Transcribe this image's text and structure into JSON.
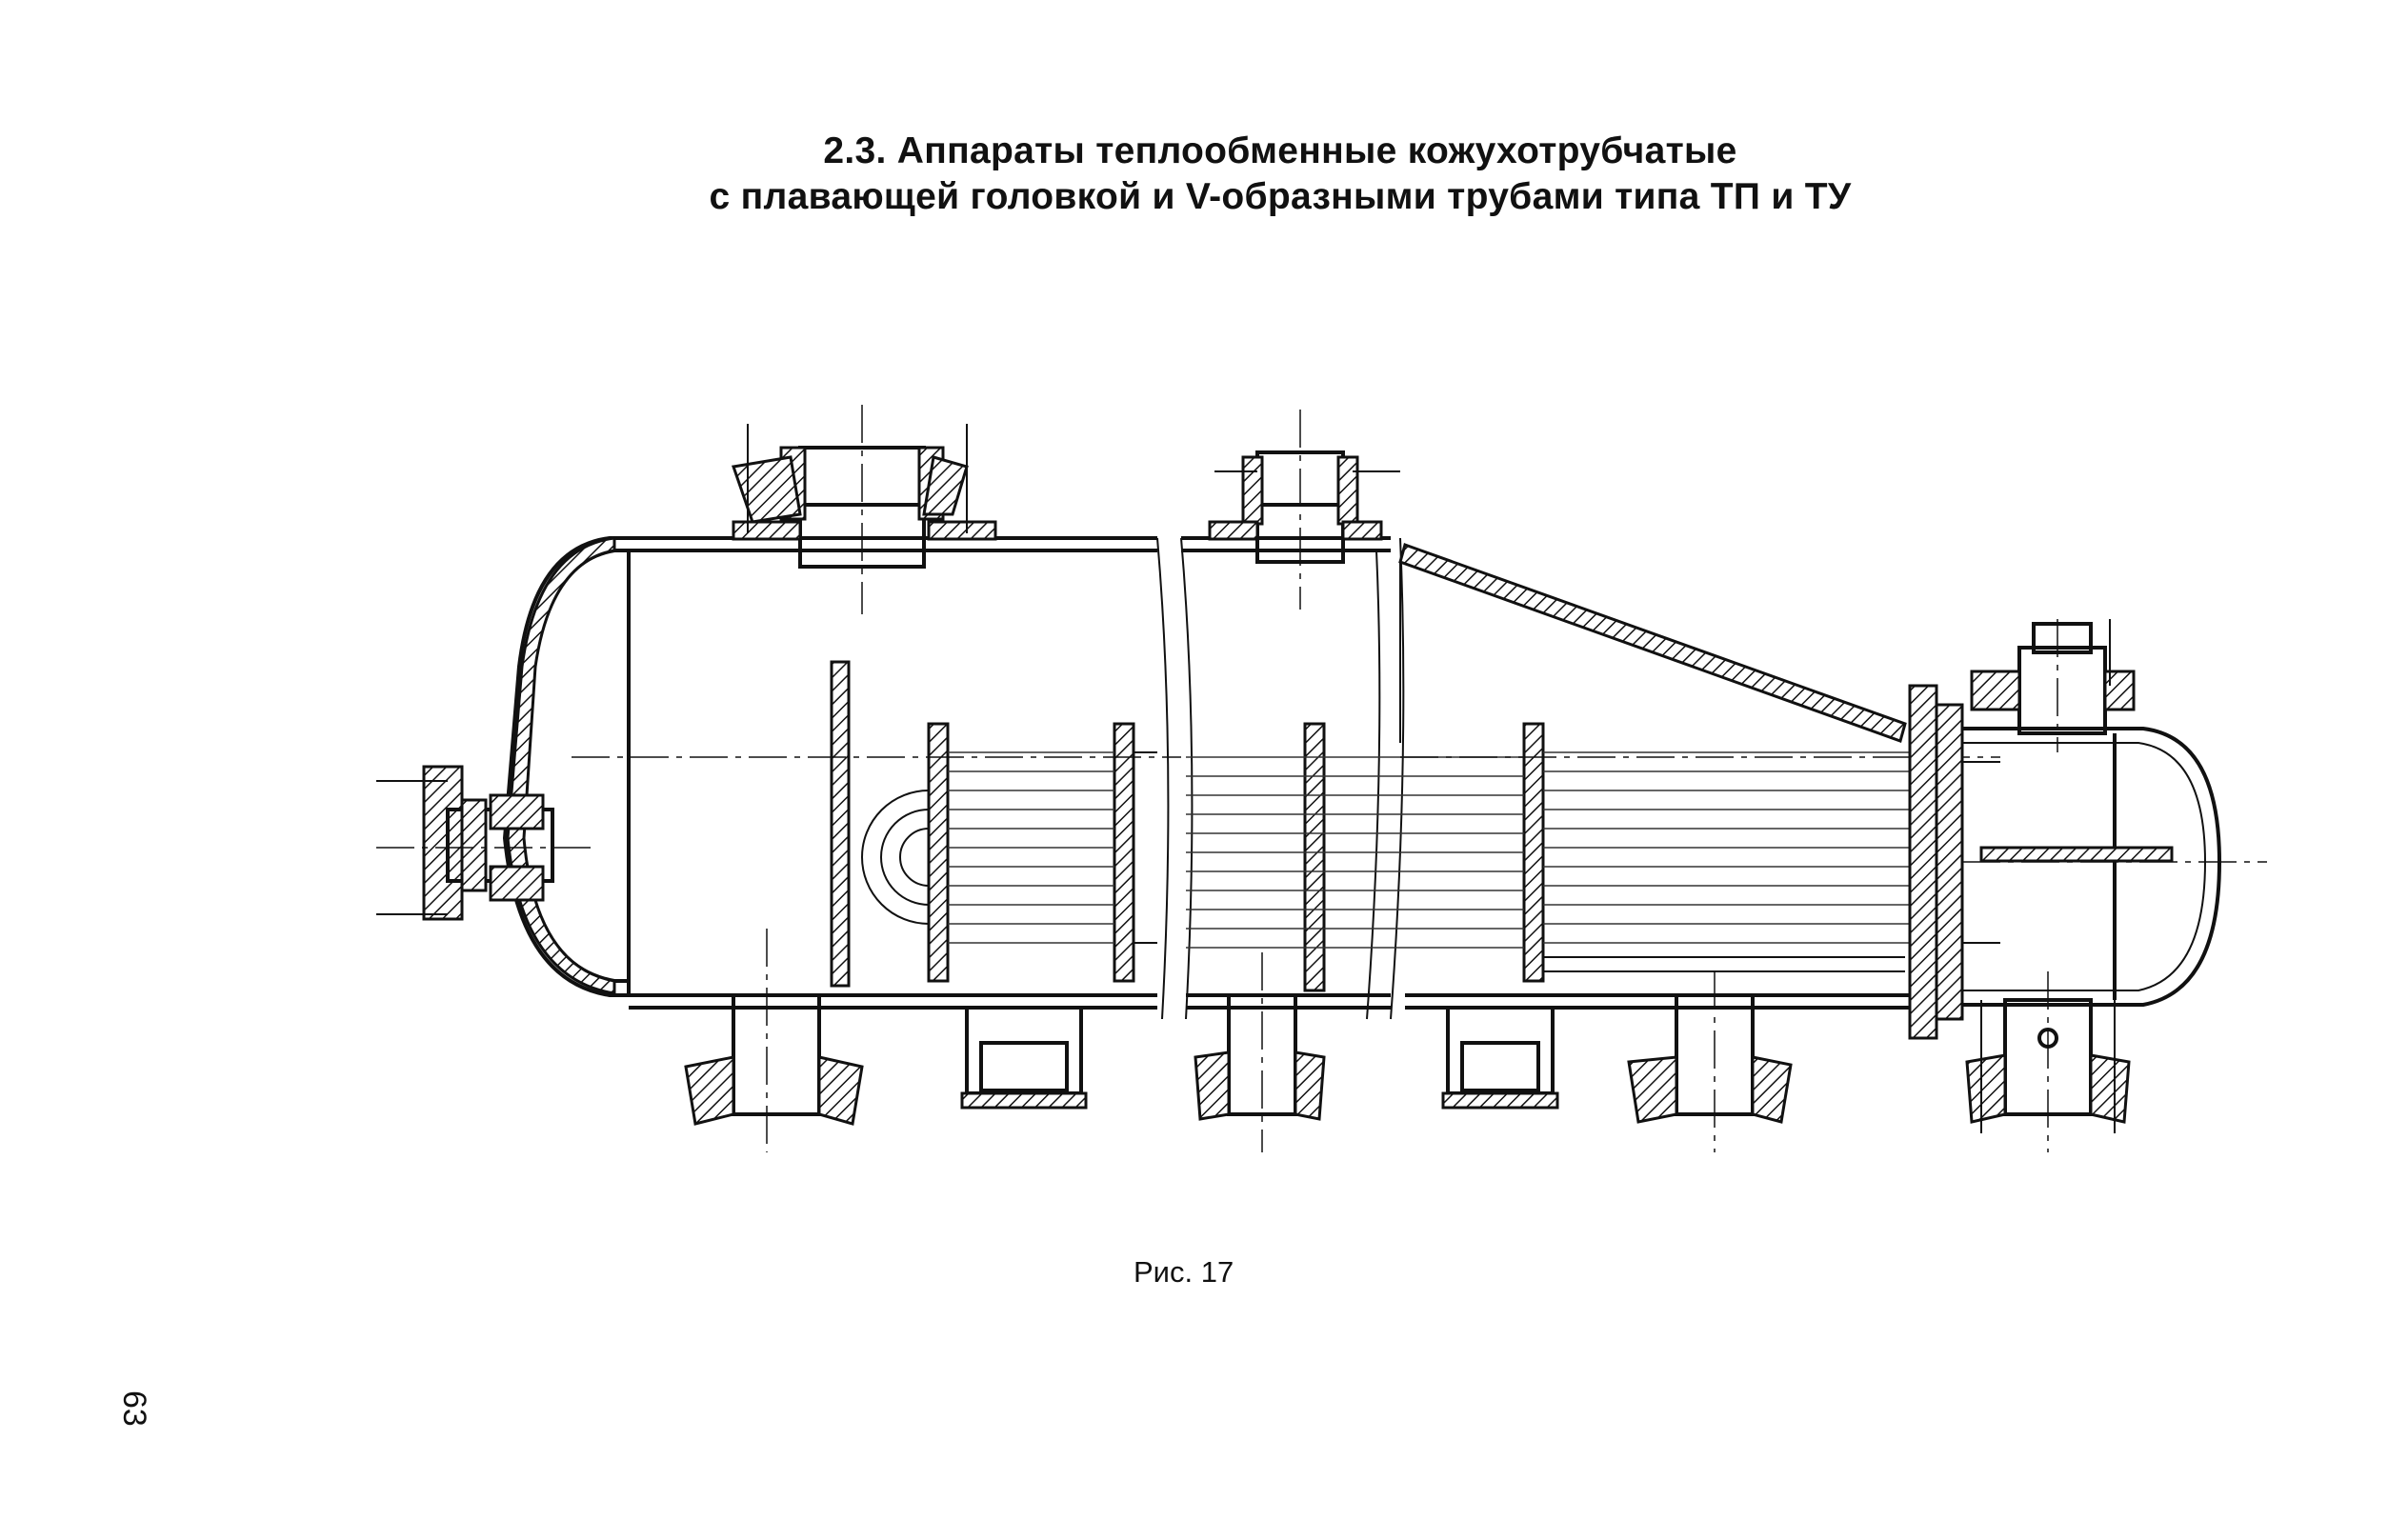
{
  "heading": {
    "line1": "2.3. Аппараты теплообменные кожухотрубчатые",
    "line2": "с плавающей головкой и V-образными трубами типа ТП и ТУ"
  },
  "figure": {
    "caption": "Рис. 17"
  },
  "page_number": "63"
}
